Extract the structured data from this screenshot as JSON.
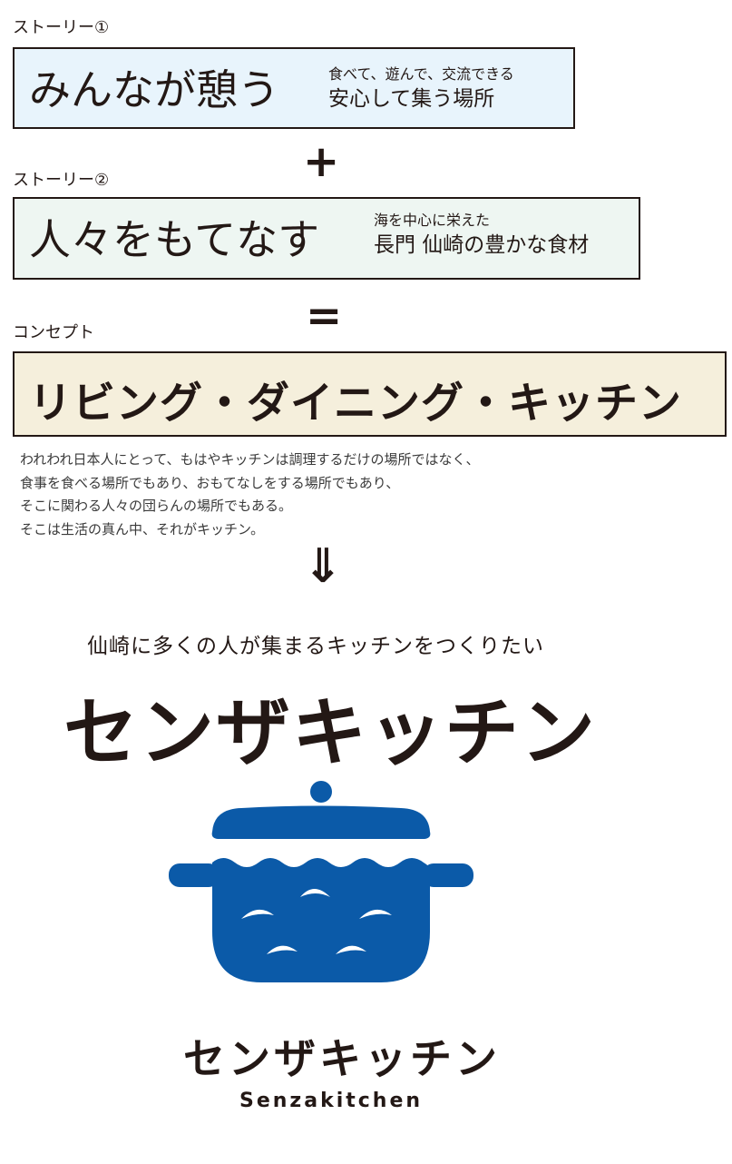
{
  "story1": {
    "label": "ストーリー①",
    "title": "みんなが憩う",
    "sub_small": "食べて、遊んで、交流できる",
    "sub_large": "安心して集う場所"
  },
  "plus_symbol": "+",
  "story2": {
    "label": "ストーリー②",
    "title": "人々をもてなす",
    "sub_small": "海を中心に栄えた",
    "sub_large": "長門 仙崎の豊かな食材"
  },
  "equals_symbol": "=",
  "concept": {
    "label": "コンセプト",
    "title": "リビング・ダイニング・キッチン"
  },
  "description": [
    "われわれ日本人にとって、もはやキッチンは調理するだけの場所ではなく、",
    "食事を食べる場所でもあり、おもてなしをする場所でもあり、",
    "そこに関わる人々の団らんの場所でもある。",
    "そこは生活の真ん中、それがキッチン。"
  ],
  "arrow_symbol": "⇓",
  "tagline": "仙崎に多くの人が集まるキッチンをつくりたい",
  "brand_name": "センザキッチン",
  "logo": {
    "icon": "pot-icon",
    "name_jp": "センザキッチン",
    "name_en": "Senzakitchen",
    "color": "#0b5aa8"
  }
}
